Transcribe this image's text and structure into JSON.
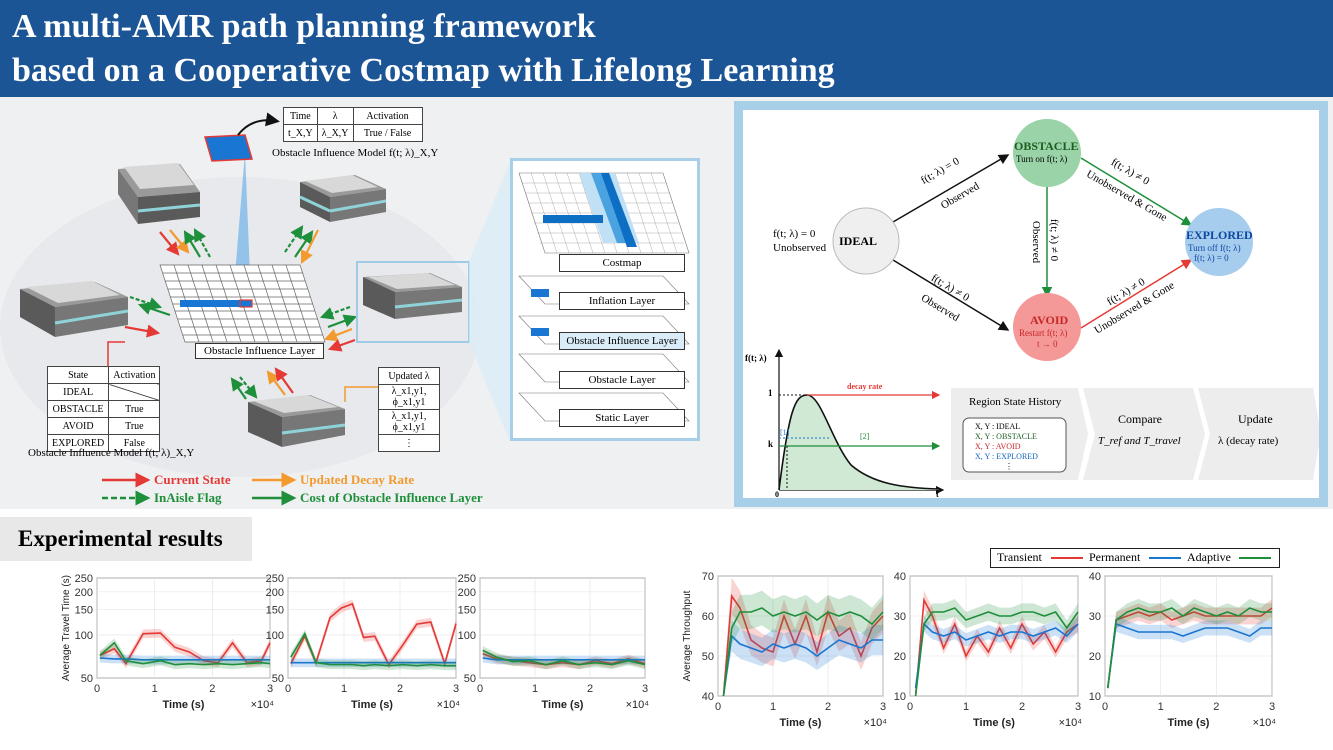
{
  "title": {
    "line1": "A multi-AMR path planning framework",
    "line2": "based on a Cooperative Costmap with Lifelong Learning"
  },
  "top_table": {
    "headers": [
      "Time",
      "λ",
      "Activation"
    ],
    "row": [
      "t_X,Y",
      "λ_X,Y",
      "True / False"
    ],
    "caption": "Obstacle Influence Model f(t; λ)_X,Y"
  },
  "left_table": {
    "headers": [
      "State",
      "Activation"
    ],
    "rows": [
      [
        "IDEAL",
        ""
      ],
      [
        "OBSTACLE",
        "True"
      ],
      [
        "AVOID",
        "True"
      ],
      [
        "EXPLORED",
        "False"
      ]
    ],
    "caption": "Obstacle Influence Model f(t; λ)_X,Y"
  },
  "lambda_table": {
    "header": "Updated λ",
    "rows": [
      "λ_x1,y1, ϕ_x1,y1",
      "λ_x1,y1, ϕ_x1,y1",
      "⋮"
    ]
  },
  "center_grid_label": "Obstacle Influence Layer",
  "legend": {
    "current_state": "Current State",
    "updated_decay": "Updated Decay Rate",
    "inaisle": "InAisle Flag",
    "cost_layer": "Cost of Obstacle Influence Layer"
  },
  "colors": {
    "red": "#e53935",
    "orange": "#f39a2e",
    "green": "#1e8f3a",
    "blue": "#1976d2",
    "title_bg": "#1b5596"
  },
  "stack_layers": [
    "Costmap",
    "Inflation Layer",
    "Obstacle Influence Layer",
    "Obstacle Layer",
    "Static Layer"
  ],
  "fsm": {
    "states": {
      "ideal": "IDEAL",
      "obstacle": "OBSTACLE",
      "obstacle_sub": "Turn on f(t; λ)",
      "avoid": "AVOID",
      "avoid_sub1": "Restart f(t; λ)",
      "avoid_sub2": "t → 0",
      "explored": "EXPLORED",
      "explored_sub1": "Turn off f(t; λ)",
      "explored_sub2": "f(t; λ) = 0"
    },
    "edges": {
      "ideal_self_top": "f(t; λ) = 0",
      "ideal_self_bottom": "Unobserved",
      "i_o_top": "f(t; λ) = 0",
      "i_o_bottom": "Observed",
      "i_a_top": "f(t; λ) ≠ 0",
      "i_a_bottom": "Observed",
      "o_a_left": "Observed",
      "o_a_right": "f(t; λ) ≠ 0",
      "o_e_top": "f(t; λ) ≠ 0",
      "o_e_bottom": "Unobserved & Gone",
      "a_e_top": "f(t; λ) ≠ 0",
      "a_e_bottom": "Unobserved & Gone"
    }
  },
  "decay_plot": {
    "ylabel": "f(t; λ)",
    "y1": "1",
    "yk": "k",
    "origin": "0",
    "xlabel": "t",
    "decay_rate": "decay rate",
    "mark1": "[1]",
    "mark2": "[2]"
  },
  "process": {
    "history_title": "Region State History",
    "history_items": [
      "X, Y : IDEAL",
      "X, Y : OBSTACLE",
      "X, Y : AVOID",
      "X, Y : EXPLORED",
      "⋮"
    ],
    "compare_title": "Compare",
    "compare_body": "T_ref and T_travel",
    "update_title": "Update",
    "update_body": "λ (decay rate)"
  },
  "experimental_results_label": "Experimental results",
  "chart_data": [
    {
      "type": "line",
      "ylabel": "Average Travel Time (s)",
      "xlabel": "Time (s)",
      "x_multiplier": "×10⁴",
      "xlim": [
        0,
        3
      ],
      "ylim": [
        50,
        250
      ],
      "xticks": [
        0,
        1,
        2,
        3
      ],
      "yticks": [
        50,
        100,
        150,
        200,
        250
      ],
      "y_scale": "log",
      "x": [
        0.05,
        0.3,
        0.5,
        0.8,
        1.1,
        1.35,
        1.6,
        1.85,
        2.1,
        2.35,
        2.6,
        2.85,
        3.0
      ],
      "series": [
        {
          "name": "Transient",
          "color": "#e53935",
          "values": [
            72,
            80,
            63,
            102,
            103,
            82,
            76,
            66,
            64,
            88,
            64,
            66,
            88
          ]
        },
        {
          "name": "Permanent",
          "color": "#1976d2",
          "values": [
            69,
            68,
            68,
            67,
            67,
            67,
            67,
            67,
            67,
            67,
            67,
            67,
            67
          ]
        },
        {
          "name": "Adaptive",
          "color": "#1e8f3a",
          "values": [
            72,
            88,
            66,
            63,
            66,
            62,
            63,
            62,
            63,
            62,
            63,
            64,
            63
          ]
        }
      ]
    },
    {
      "type": "line",
      "xlabel": "Time (s)",
      "x_multiplier": "×10⁴",
      "xlim": [
        0,
        3
      ],
      "ylim": [
        50,
        250
      ],
      "xticks": [
        0,
        1,
        2,
        3
      ],
      "yticks": [
        50,
        100,
        150,
        200,
        250
      ],
      "y_scale": "log",
      "x": [
        0.05,
        0.3,
        0.5,
        0.75,
        0.95,
        1.15,
        1.35,
        1.55,
        1.8,
        2.05,
        2.3,
        2.55,
        2.8,
        3.0
      ],
      "series": [
        {
          "name": "Transient",
          "color": "#e53935",
          "values": [
            63,
            98,
            64,
            132,
            154,
            165,
            96,
            98,
            62,
            85,
            119,
            123,
            63,
            120
          ]
        },
        {
          "name": "Permanent",
          "color": "#1976d2",
          "values": [
            64,
            64,
            64,
            64,
            64,
            64,
            64,
            64,
            64,
            64,
            64,
            64,
            64,
            64
          ]
        },
        {
          "name": "Adaptive",
          "color": "#1e8f3a",
          "values": [
            70,
            102,
            64,
            62,
            62,
            62,
            61,
            62,
            61,
            62,
            61,
            62,
            61,
            61
          ]
        }
      ]
    },
    {
      "type": "line",
      "xlabel": "Time (s)",
      "x_multiplier": "×10⁴",
      "xlim": [
        0,
        3
      ],
      "ylim": [
        50,
        250
      ],
      "xticks": [
        0,
        1,
        2,
        3
      ],
      "yticks": [
        50,
        100,
        150,
        200,
        250
      ],
      "y_scale": "log",
      "x": [
        0.05,
        0.3,
        0.6,
        0.9,
        1.2,
        1.5,
        1.8,
        2.1,
        2.4,
        2.7,
        3.0
      ],
      "series": [
        {
          "name": "Transient",
          "color": "#e53935",
          "values": [
            74,
            68,
            66,
            64,
            62,
            64,
            62,
            66,
            63,
            68,
            63
          ]
        },
        {
          "name": "Permanent",
          "color": "#1976d2",
          "values": [
            69,
            67,
            67,
            67,
            67,
            67,
            67,
            67,
            67,
            67,
            67
          ]
        },
        {
          "name": "Adaptive",
          "color": "#1e8f3a",
          "values": [
            78,
            70,
            65,
            66,
            62,
            66,
            62,
            64,
            62,
            66,
            62
          ]
        }
      ]
    },
    {
      "type": "line",
      "ylabel": "Average Throughput",
      "xlabel": "Time (s)",
      "x_multiplier": "×10⁴",
      "xlim": [
        0,
        3
      ],
      "ylim": [
        40,
        70
      ],
      "xticks": [
        0,
        1,
        2,
        3
      ],
      "yticks": [
        40,
        50,
        60,
        70
      ],
      "legend": [
        "Transient",
        "Permanent",
        "Adaptive"
      ],
      "legend_position": "top",
      "x": [
        0.1,
        0.25,
        0.4,
        0.6,
        0.8,
        1.0,
        1.2,
        1.4,
        1.6,
        1.8,
        2.0,
        2.2,
        2.4,
        2.6,
        2.8,
        3.0
      ],
      "series": [
        {
          "name": "Transient",
          "color": "#e53935",
          "values": [
            40,
            65,
            62,
            54,
            52,
            51,
            60,
            53,
            60,
            51,
            61,
            55,
            57,
            50,
            57,
            60
          ]
        },
        {
          "name": "Permanent",
          "color": "#1976d2",
          "values": [
            40,
            55,
            53,
            52,
            51,
            53,
            52,
            53,
            52,
            50,
            52,
            54,
            53,
            52,
            54,
            54
          ]
        },
        {
          "name": "Adaptive",
          "color": "#1e8f3a",
          "values": [
            40,
            57,
            61,
            61,
            62,
            60,
            61,
            60,
            61,
            59,
            61,
            60,
            61,
            60,
            58,
            61
          ]
        }
      ]
    },
    {
      "type": "line",
      "xlabel": "Time (s)",
      "x_multiplier": "×10⁴",
      "xlim": [
        0,
        3
      ],
      "ylim": [
        10,
        40
      ],
      "xticks": [
        0,
        1,
        2,
        3
      ],
      "yticks": [
        10,
        20,
        30,
        40
      ],
      "x": [
        0.1,
        0.25,
        0.4,
        0.6,
        0.8,
        1.0,
        1.2,
        1.4,
        1.6,
        1.8,
        2.0,
        2.2,
        2.4,
        2.6,
        2.8,
        3.0
      ],
      "series": [
        {
          "name": "Transient",
          "color": "#e53935",
          "values": [
            10,
            34,
            30,
            22,
            28,
            20,
            25,
            21,
            27,
            22,
            28,
            23,
            26,
            21,
            26,
            28
          ]
        },
        {
          "name": "Permanent",
          "color": "#1976d2",
          "values": [
            12,
            28,
            26,
            25,
            26,
            24,
            25,
            26,
            25,
            26,
            26,
            25,
            26,
            27,
            25,
            28
          ]
        },
        {
          "name": "Adaptive",
          "color": "#1e8f3a",
          "values": [
            10,
            28,
            31,
            31,
            32,
            29,
            30,
            31,
            30,
            30,
            31,
            31,
            30,
            31,
            27,
            31
          ]
        }
      ]
    },
    {
      "type": "line",
      "xlabel": "Time (s)",
      "x_multiplier": "×10⁴",
      "xlim": [
        0,
        3
      ],
      "ylim": [
        10,
        40
      ],
      "xticks": [
        0,
        1,
        2,
        3
      ],
      "yticks": [
        10,
        20,
        30,
        40
      ],
      "x": [
        0.05,
        0.2,
        0.4,
        0.6,
        0.8,
        1.0,
        1.2,
        1.4,
        1.6,
        1.8,
        2.0,
        2.2,
        2.4,
        2.6,
        2.8,
        3.0
      ],
      "series": [
        {
          "name": "Transient",
          "color": "#e53935",
          "values": [
            12,
            29,
            30,
            31,
            30,
            31,
            29,
            30,
            31,
            30,
            30,
            30,
            30,
            30,
            30,
            32
          ]
        },
        {
          "name": "Permanent",
          "color": "#1976d2",
          "values": [
            12,
            28,
            27,
            26,
            26,
            26,
            26,
            25,
            26,
            27,
            27,
            27,
            26,
            25,
            27,
            27
          ]
        },
        {
          "name": "Adaptive",
          "color": "#1e8f3a",
          "values": [
            12,
            29,
            31,
            32,
            31,
            31,
            32,
            30,
            32,
            31,
            30,
            31,
            30,
            32,
            31,
            31
          ]
        }
      ]
    }
  ]
}
